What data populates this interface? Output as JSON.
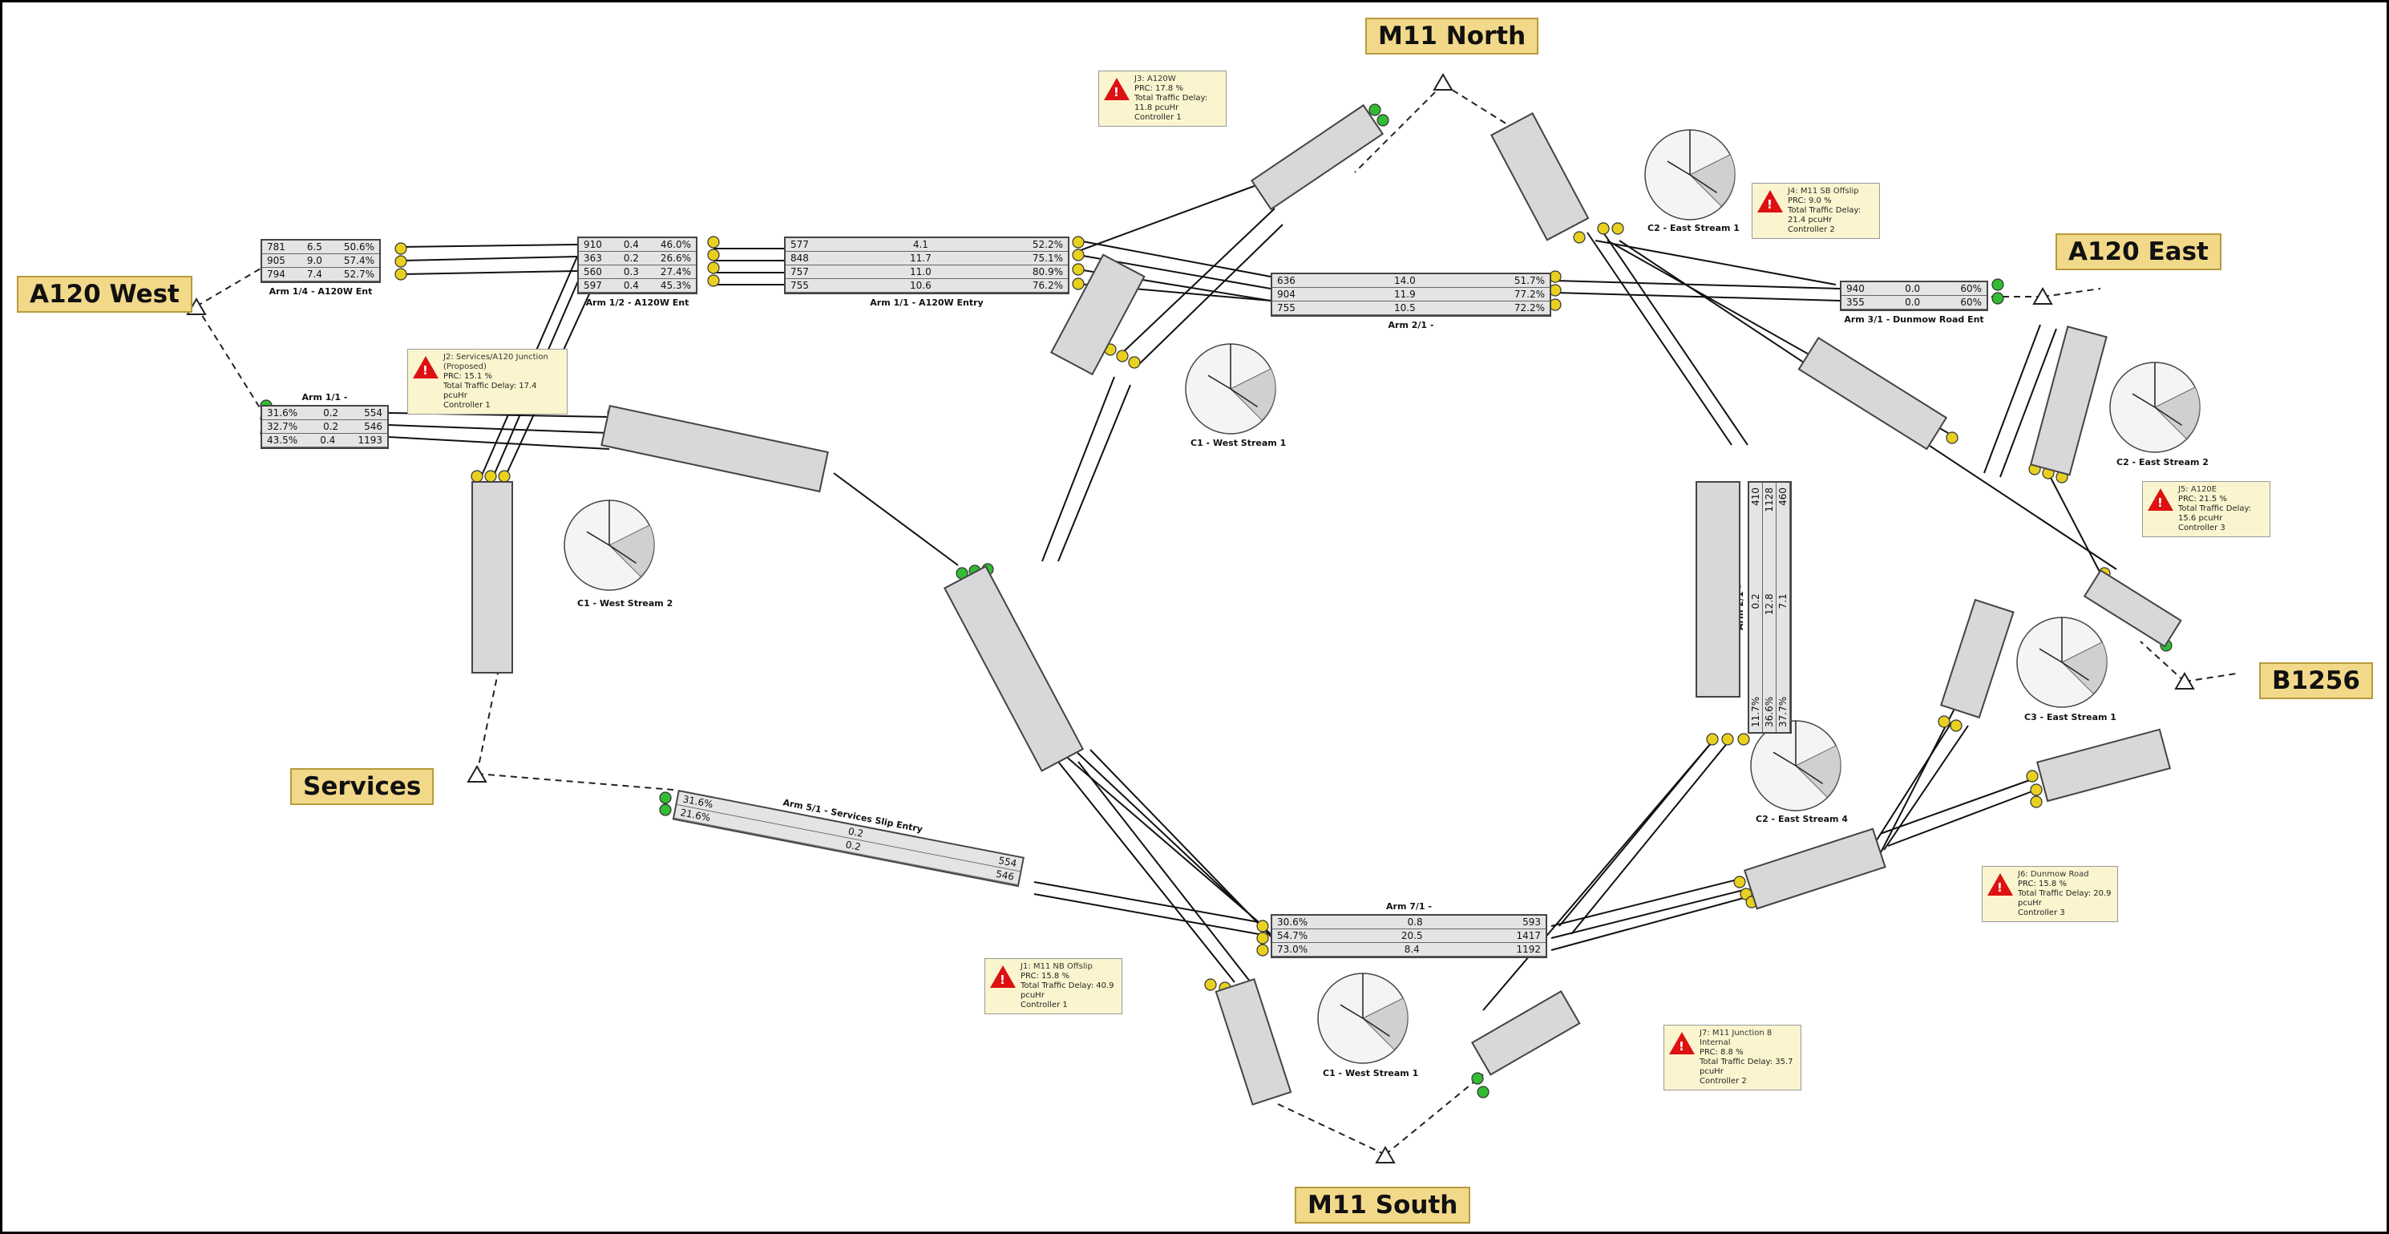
{
  "nodes": {
    "m11_north": "M11 North",
    "a120_west": "A120 West",
    "a120_east": "A120 East",
    "services": "Services",
    "b1256": "B1256",
    "m11_south": "M11 South"
  },
  "arms": {
    "a1": {
      "caption": "Arm 1/4 - A120W Ent",
      "rows": [
        [
          "781",
          "6.5",
          "50.6%"
        ],
        [
          "905",
          "9.0",
          "57.4%"
        ],
        [
          "794",
          "7.4",
          "52.7%"
        ]
      ]
    },
    "a2": {
      "caption": "Arm 1/2 - A120W Ent",
      "rows": [
        [
          "910",
          "0.4",
          "46.0%"
        ],
        [
          "363",
          "0.2",
          "26.6%"
        ],
        [
          "560",
          "0.3",
          "27.4%"
        ],
        [
          "597",
          "0.4",
          "45.3%"
        ]
      ]
    },
    "a3": {
      "caption": "Arm 1/1 - A120W Entry",
      "rows": [
        [
          "577",
          "4.1",
          "52.2%"
        ],
        [
          "848",
          "11.7",
          "75.1%"
        ],
        [
          "757",
          "11.0",
          "80.9%"
        ],
        [
          "755",
          "10.6",
          "76.2%"
        ]
      ]
    },
    "a4": {
      "caption": "Arm 2/1 -",
      "rows": [
        [
          "636",
          "14.0",
          "51.7%"
        ],
        [
          "904",
          "11.9",
          "77.2%"
        ],
        [
          "755",
          "10.5",
          "72.2%"
        ]
      ]
    },
    "a5": {
      "caption": "Arm 3/1 - Dunmow Road Ent",
      "rows": [
        [
          "940",
          "0.0",
          "60%"
        ],
        [
          "355",
          "0.0",
          "60%"
        ]
      ]
    },
    "a6": {
      "caption": "Arm 1/1 -",
      "rows": [
        [
          "31.6%",
          "0.2",
          "554"
        ],
        [
          "32.7%",
          "0.2",
          "546"
        ],
        [
          "43.5%",
          "0.4",
          "1193"
        ]
      ]
    },
    "a7": {
      "caption": "Arm 5/1 - Services Slip Entry",
      "rows": [
        [
          "31.6%",
          "0.2",
          "554"
        ],
        [
          "21.6%",
          "0.2",
          "546"
        ]
      ]
    },
    "a8": {
      "caption": "Arm 7/1 -",
      "rows": [
        [
          "30.6%",
          "0.8",
          "593"
        ],
        [
          "54.7%",
          "20.5",
          "1417"
        ],
        [
          "73.0%",
          "8.4",
          "1192"
        ]
      ]
    },
    "a9": {
      "caption": "Arm 2/1 -",
      "rows": [
        [
          "11.7%",
          "0.2",
          "410"
        ],
        [
          "36.6%",
          "12.8",
          "1128"
        ],
        [
          "37.7%",
          "7.1",
          "460"
        ]
      ]
    }
  },
  "warnings": {
    "w1": {
      "title": "J3: A120W",
      "line1": "PRC: 17.8 %",
      "line2": "Total Traffic Delay: 11.8 pcuHr",
      "line3": "Controller 1"
    },
    "w2": {
      "title": "J4: M11 SB Offslip",
      "line1": "PRC: 9.0 %",
      "line2": "Total Traffic Delay: 21.4 pcuHr",
      "line3": "Controller 2"
    },
    "w3": {
      "title": "J2: Services/A120 Junction (Proposed)",
      "line1": "PRC: 15.1 %",
      "line2": "Total Traffic Delay: 17.4 pcuHr",
      "line3": "Controller 1"
    },
    "w4": {
      "title": "J5: A120E",
      "line1": "PRC: 21.5 %",
      "line2": "Total Traffic Delay: 15.6 pcuHr",
      "line3": "Controller 3"
    },
    "w5": {
      "title": "J6: Dunmow Road",
      "line1": "PRC: 15.8 %",
      "line2": "Total Traffic Delay: 20.9 pcuHr",
      "line3": "Controller 3"
    },
    "w6": {
      "title": "J1: M11 NB Offslip",
      "line1": "PRC: 15.8 %",
      "line2": "Total Traffic Delay: 40.9 pcuHr",
      "line3": "Controller 1"
    },
    "w7": {
      "title": "J7: M11 Junction 8 Internal",
      "line1": "PRC: 8.8 %",
      "line2": "Total Traffic Delay: 35.7 pcuHr",
      "line3": "Controller 2"
    }
  },
  "signals": {
    "s1": "C2 - East Stream 1",
    "s2": "C1 - West Stream 2",
    "s3": "C1 - West Stream 1",
    "s4": "C2 - East Stream 2",
    "s5": "C3 - East Stream 1",
    "s6": "C2 - East Stream 4",
    "s7": "C1 - West Stream 1"
  },
  "colors": {
    "node_fill": "#f2d98a",
    "arm_fill": "#d8d8d8",
    "exit_marker": "#33bb33",
    "entry_marker": "#e8d020",
    "warning_fill": "#fbf5cf"
  }
}
